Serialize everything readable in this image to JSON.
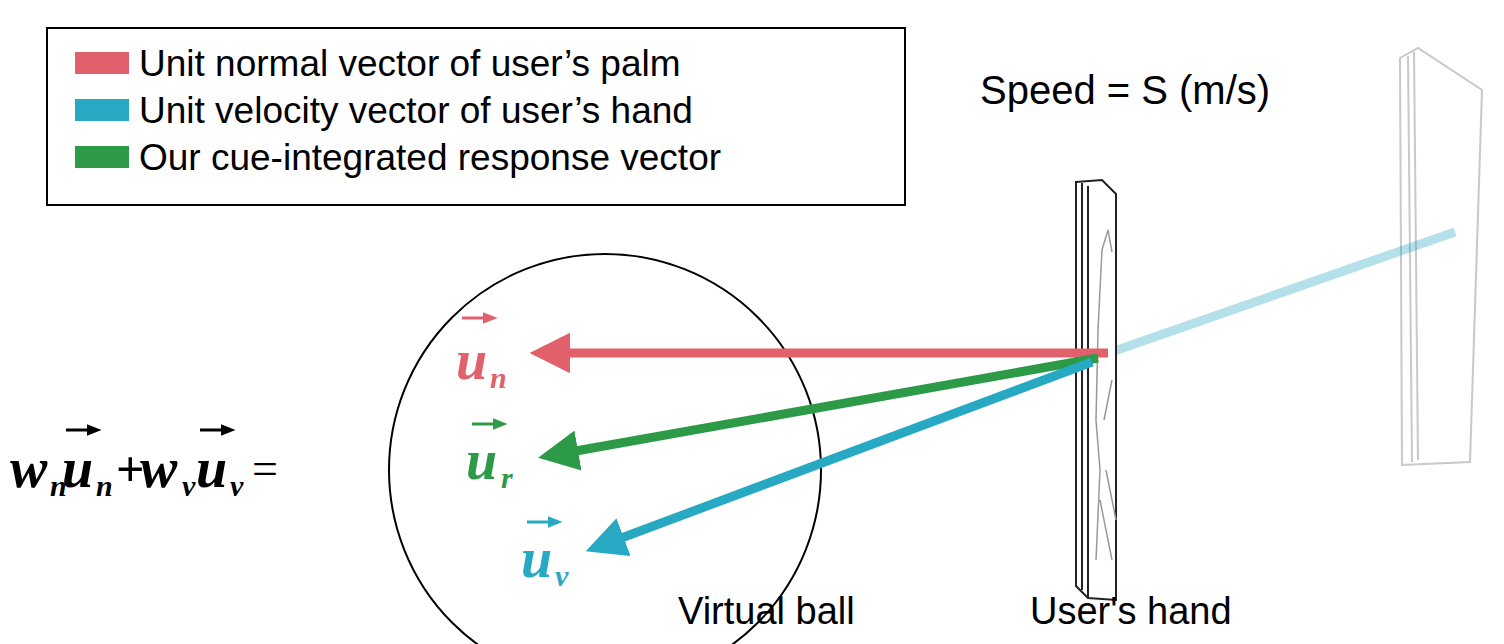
{
  "diagram": {
    "labels": [
      "Speed = S (m/s)",
      "w",
      "n",
      "u",
      "n",
      "+",
      "w",
      "v",
      "u",
      "v",
      "=",
      "u",
      "r",
      "u",
      "n",
      "u",
      "v",
      "Virtual ball",
      "User's hand"
    ],
    "legend": [
      {
        "text": "Unit normal vector of user’s palm",
        "color": "#e0616b"
      },
      {
        "text": "Unit velocity vector of user’s hand",
        "color": "#27a8c3"
      },
      {
        "text": "Our cue-integrated response vector",
        "color": "#2c9a47"
      }
    ]
  }
}
